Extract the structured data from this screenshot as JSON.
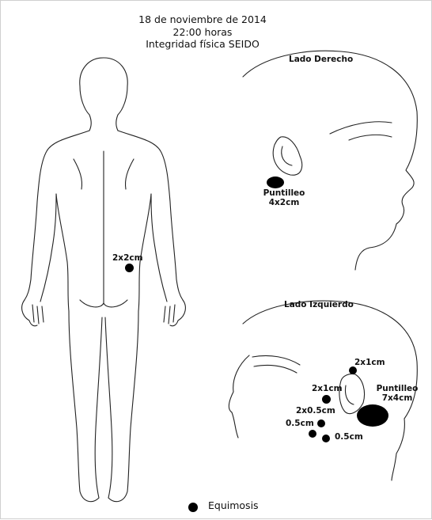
{
  "header": {
    "date": "18 de noviembre de 2014",
    "time": "22:00 horas",
    "subject": "Integridad física SEIDO"
  },
  "right_side": {
    "title": "Lado Derecho",
    "marks": [
      {
        "label_line1": "Puntilleo",
        "label_line2": "4x2cm"
      }
    ]
  },
  "body_back": {
    "marks": [
      {
        "label": "2x2cm"
      }
    ]
  },
  "left_side": {
    "title": "Lado Izquierdo",
    "marks": [
      {
        "label": "2x1cm"
      },
      {
        "label": "2x1cm"
      },
      {
        "label": "2x0.5cm"
      },
      {
        "label": "0.5cm"
      },
      {
        "label": "0.5cm"
      },
      {
        "label_line1": "Puntilleo",
        "label_line2": "7x4cm"
      }
    ]
  },
  "legend": {
    "label": "Equimosis"
  },
  "colors": {
    "mark": "#000000",
    "line": "#222222"
  }
}
